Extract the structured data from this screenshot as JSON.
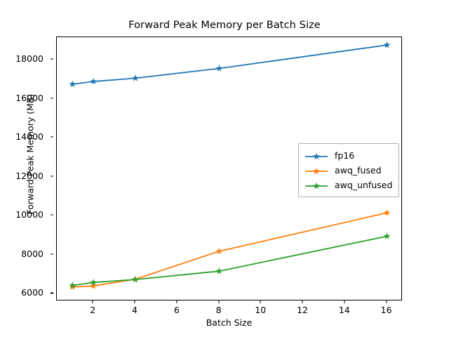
{
  "chart_data": {
    "type": "line",
    "title": "Forward Peak Memory per Batch Size",
    "xlabel": "Batch Size",
    "ylabel": "Forward Peak Memory (MB)",
    "x": [
      1,
      2,
      4,
      8,
      16
    ],
    "xlim": [
      0.25,
      16.75
    ],
    "ylim": [
      5620,
      19150
    ],
    "xticks": [
      2,
      4,
      6,
      8,
      10,
      12,
      14,
      16
    ],
    "xtick_labels": [
      "2",
      "4",
      "6",
      "8",
      "10",
      "12",
      "14",
      "16"
    ],
    "yticks": [
      6000,
      8000,
      10000,
      12000,
      14000,
      16000,
      18000
    ],
    "ytick_labels": [
      "6000",
      "8000",
      "10000",
      "12000",
      "14000",
      "16000",
      "18000"
    ],
    "grid": false,
    "legend_position": "center right",
    "marker": "star",
    "series": [
      {
        "name": "fp16",
        "color": "#1f77b4",
        "values": [
          16740,
          16880,
          17050,
          17550,
          18750
        ]
      },
      {
        "name": "awq_fused",
        "color": "#ff7f0e",
        "values": [
          6350,
          6400,
          6750,
          8180,
          10150
        ]
      },
      {
        "name": "awq_unfused",
        "color": "#2ca02c",
        "values": [
          6430,
          6580,
          6730,
          7160,
          8950
        ]
      }
    ]
  },
  "legend": {
    "items": [
      {
        "label": "fp16",
        "color": "#1f77b4"
      },
      {
        "label": "awq_fused",
        "color": "#ff7f0e"
      },
      {
        "label": "awq_unfused",
        "color": "#2ca02c"
      }
    ]
  }
}
